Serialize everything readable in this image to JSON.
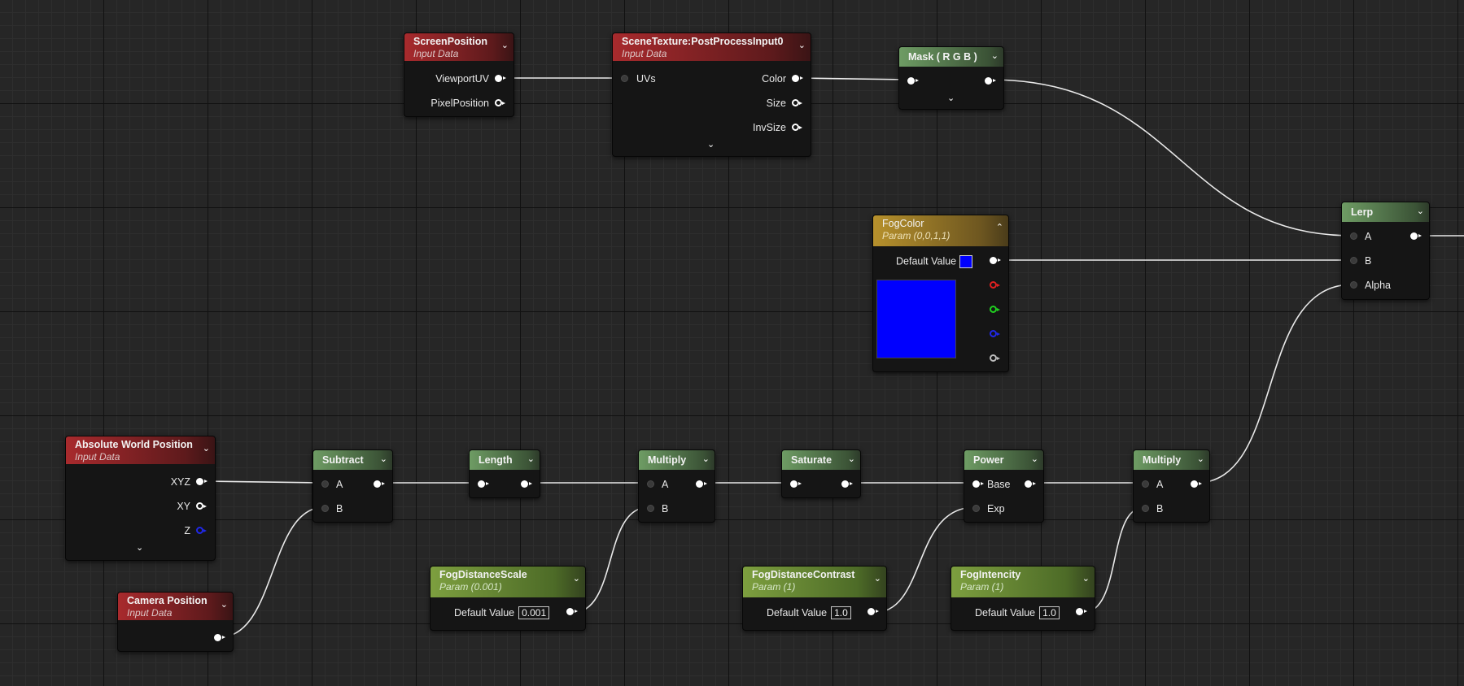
{
  "nodes": {
    "screen_position": {
      "title": "ScreenPosition",
      "subtitle": "Input Data",
      "out_viewport_uv": "ViewportUV",
      "out_pixel_position": "PixelPosition"
    },
    "scene_texture": {
      "title": "SceneTexture:PostProcessInput0",
      "subtitle": "Input Data",
      "in_uvs": "UVs",
      "out_color": "Color",
      "out_size": "Size",
      "out_invsize": "InvSize"
    },
    "mask": {
      "title": "Mask ( R G B )"
    },
    "fog_color": {
      "title": "FogColor",
      "subtitle": "Param (0,0,1,1)",
      "default_label": "Default Value",
      "color": "#0000ff"
    },
    "lerp": {
      "title": "Lerp",
      "in_a": "A",
      "in_b": "B",
      "in_alpha": "Alpha"
    },
    "absolute_world_position": {
      "title": "Absolute World Position",
      "subtitle": "Input Data",
      "out_xyz": "XYZ",
      "out_xy": "XY",
      "out_z": "Z"
    },
    "camera_position": {
      "title": "Camera Position",
      "subtitle": "Input Data"
    },
    "subtract": {
      "title": "Subtract",
      "in_a": "A",
      "in_b": "B"
    },
    "length": {
      "title": "Length"
    },
    "multiply_1": {
      "title": "Multiply",
      "in_a": "A",
      "in_b": "B"
    },
    "saturate": {
      "title": "Saturate"
    },
    "power": {
      "title": "Power",
      "in_base": "Base",
      "in_exp": "Exp"
    },
    "multiply_2": {
      "title": "Multiply",
      "in_a": "A",
      "in_b": "B"
    },
    "fog_distance_scale": {
      "title": "FogDistanceScale",
      "subtitle": "Param (0.001)",
      "default_label": "Default Value",
      "value": "0.001"
    },
    "fog_distance_contrast": {
      "title": "FogDistanceContrast",
      "subtitle": "Param (1)",
      "default_label": "Default Value",
      "value": "1.0"
    },
    "fog_intencity": {
      "title": "FogIntencity",
      "subtitle": "Param (1)",
      "default_label": "Default Value",
      "value": "1.0"
    }
  },
  "icons": {
    "collapse": "chevron-down-icon",
    "expand": "chevron-up-icon",
    "advanced": "chevron-down-icon"
  },
  "colors": {
    "canvas": "#262626",
    "input_node": "#a82a2d",
    "math_node": "#6e9c64",
    "param_node": "#7d9f3f",
    "vector_param_node": "#b7912c",
    "fog_blue": "#0000ff"
  }
}
